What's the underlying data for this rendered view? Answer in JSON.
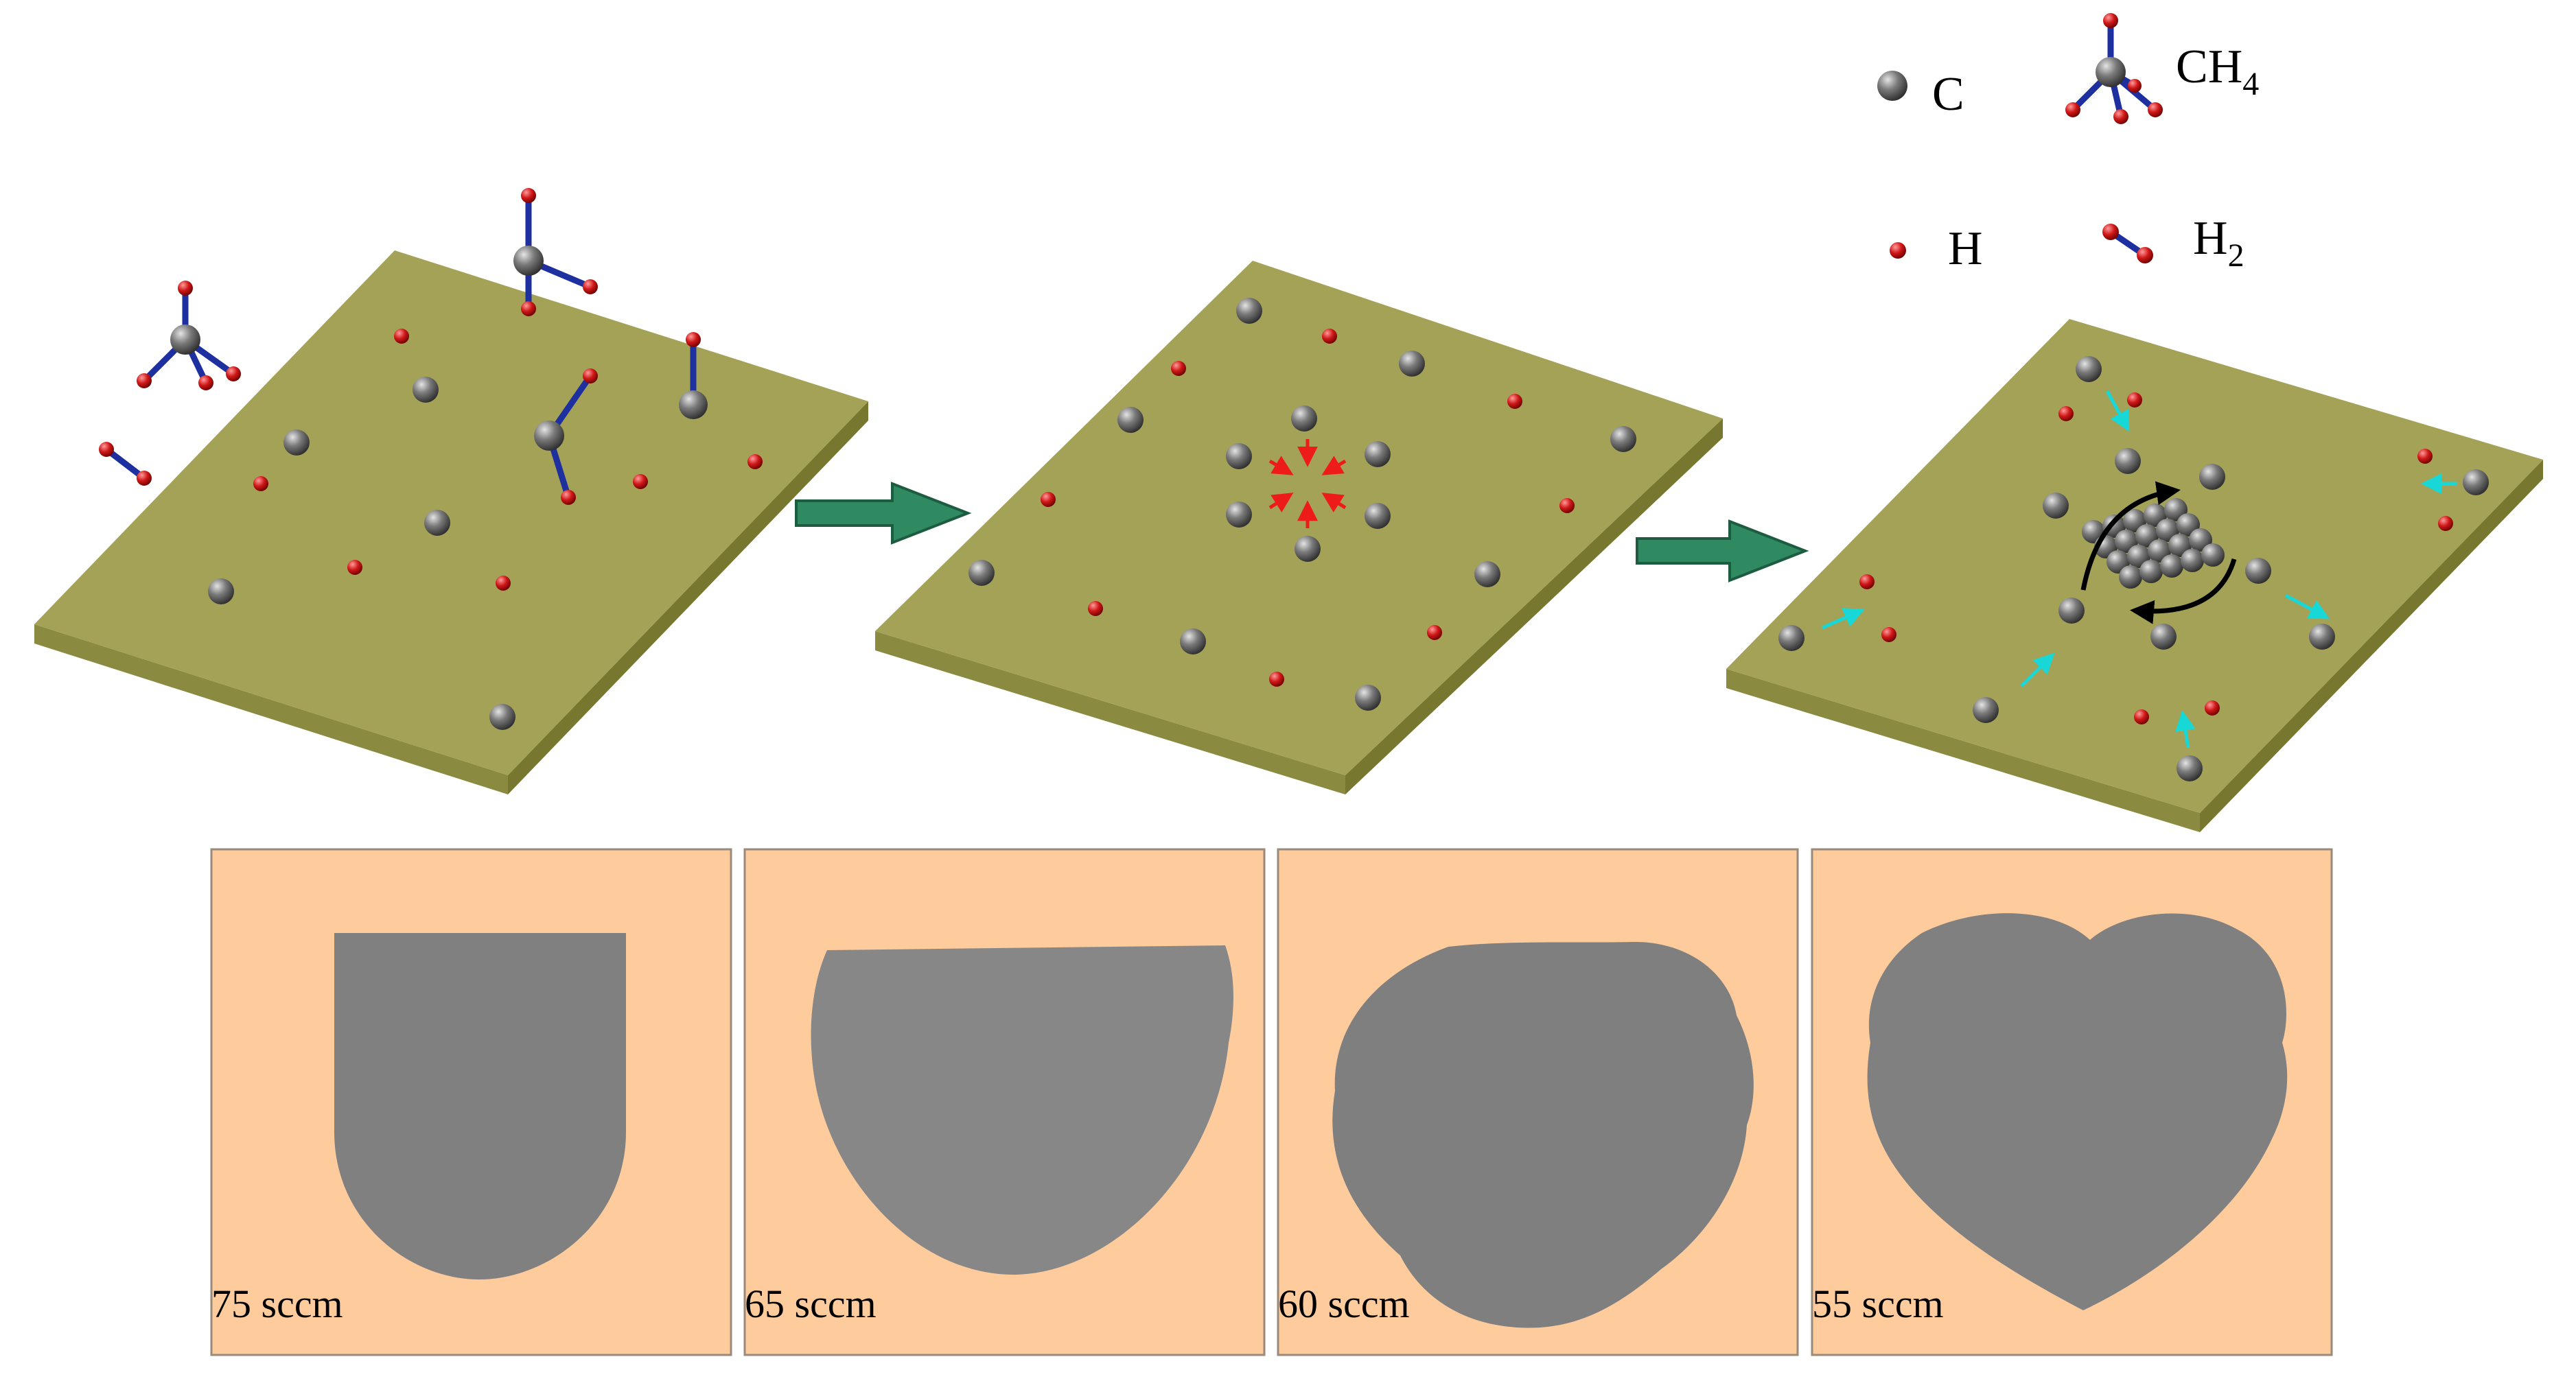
{
  "legend": {
    "carbon": "C",
    "methane": "CH",
    "methane_sub": "4",
    "hydrogen": "H",
    "dihydrogen": "H",
    "dihydrogen_sub": "2"
  },
  "flow_rates": [
    {
      "label": "75 sccm",
      "shape": "shield"
    },
    {
      "label": "65 sccm",
      "shape": "bowl"
    },
    {
      "label": "60 sccm",
      "shape": "rounded-blob"
    },
    {
      "label": "55 sccm",
      "shape": "heart"
    }
  ],
  "colors": {
    "substrate_top": "#a4a257",
    "substrate_side": "#8a8a40",
    "carbon_atom": "#777777",
    "hydrogen_atom": "#c41616",
    "bond": "#1e2fa0",
    "arrow_green": "#2f8a62",
    "arrow_red": "#ee1b1b",
    "arrow_cyan": "#17d7d7",
    "panel_bg": "#fecb9c",
    "graphene": "#808080"
  }
}
